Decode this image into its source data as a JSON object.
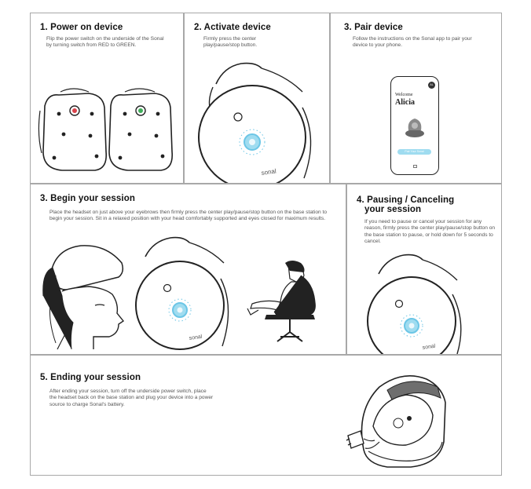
{
  "steps": {
    "power_on": {
      "title": "1. Power on device",
      "body": "Flip the power switch on the underside of the Sonal by turning switch from RED to GREEN."
    },
    "activate": {
      "title": "2. Activate device",
      "body": "Firmly press the center play/pause/stop button."
    },
    "pair": {
      "title": "3. Pair device",
      "body": "Follow the instructions on the Sonal app to pair your device to your phone."
    },
    "begin": {
      "title": "3. Begin your session",
      "body": "Place the headset on just above your eyebrows then firmly press the center play/pause/stop button on the base station to begin your session. Sit in a relaxed position with your head comfortably supported and eyes closed for maximum results."
    },
    "pausing": {
      "title_line1": "4. Pausing / Canceling",
      "title_line2": "your session",
      "body": "If you need to pause or cancel your session for any reason, firmly press the center play/pause/stop button on the base station to pause, or hold down for 5 seconds to cancel."
    },
    "ending": {
      "title": "5. Ending your session",
      "body": "After ending your session, turn off the underside power switch, place the headset back on the base station and plug your device into a power source to charge Sonal's battery."
    }
  },
  "phone": {
    "welcome": "Welcome",
    "name": "Alicia",
    "button": "Pair Your Sonal",
    "avatar": "AL"
  },
  "device": {
    "brand": "sonal"
  },
  "colors": {
    "switch_red": "#d9434b",
    "switch_green": "#3fae5a",
    "button_glow": "#6cc6e6",
    "button_core": "#9fdcf0"
  }
}
